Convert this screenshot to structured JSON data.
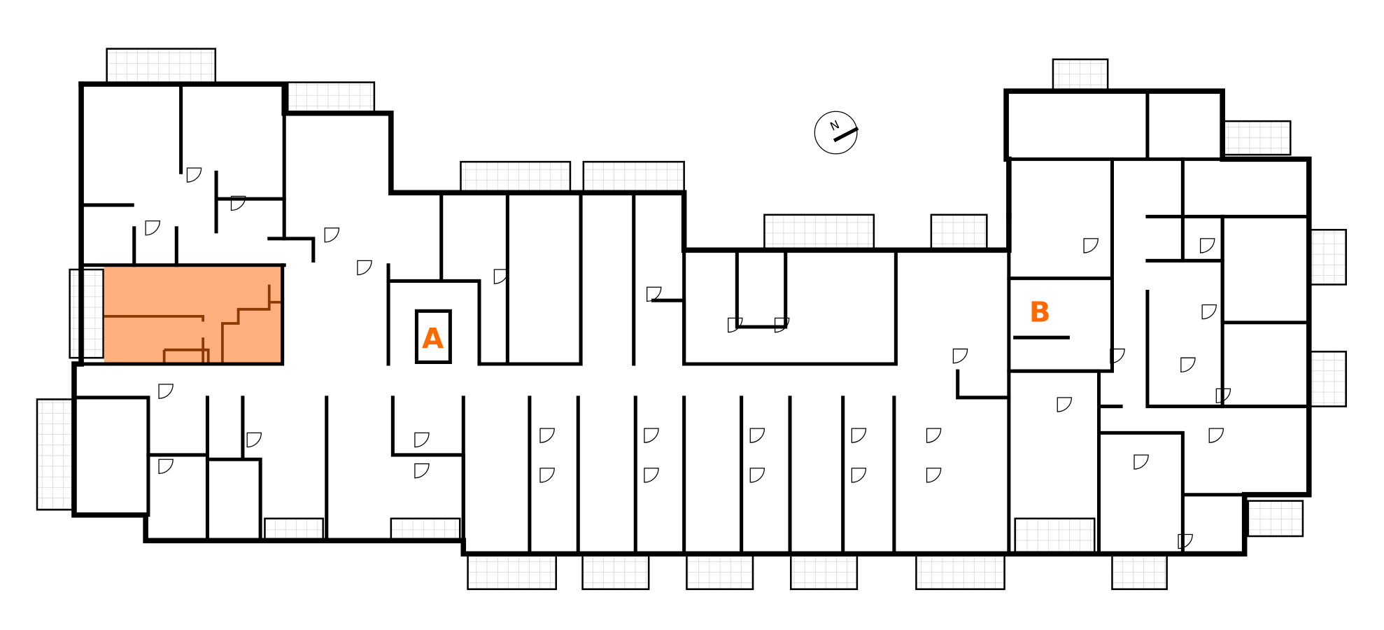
{
  "plan": {
    "stairwell_a_label": "A",
    "stairwell_b_label": "B",
    "compass_label": "N",
    "highlight_color": "#ffb07f",
    "highlight_wall_color": "#8a3a00",
    "label_color": "#ff6a00"
  }
}
